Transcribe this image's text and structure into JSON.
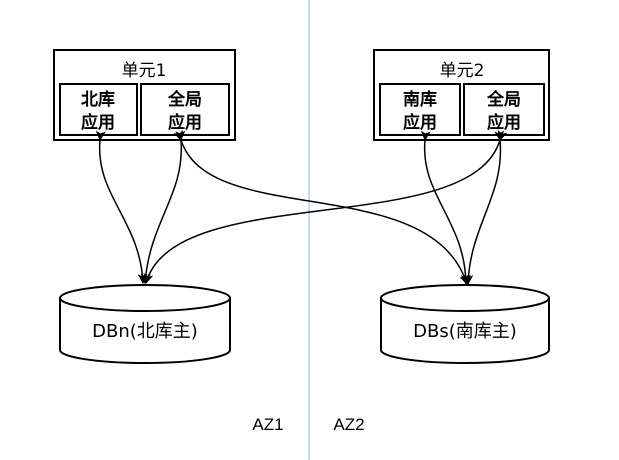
{
  "units": [
    {
      "title": "单元1",
      "apps": [
        {
          "line1": "北库",
          "line2": "应用"
        },
        {
          "line1": "全局",
          "line2": "应用"
        }
      ]
    },
    {
      "title": "单元2",
      "apps": [
        {
          "line1": "南库",
          "line2": "应用"
        },
        {
          "line1": "全局",
          "line2": "应用"
        }
      ]
    }
  ],
  "databases": [
    {
      "label": "DBn(北库主)"
    },
    {
      "label": "DBs(南库主)"
    }
  ],
  "zones": [
    {
      "label": "AZ1"
    },
    {
      "label": "AZ2"
    }
  ],
  "colors": {
    "stroke": "#000000",
    "divider": "#9dc3e6"
  }
}
